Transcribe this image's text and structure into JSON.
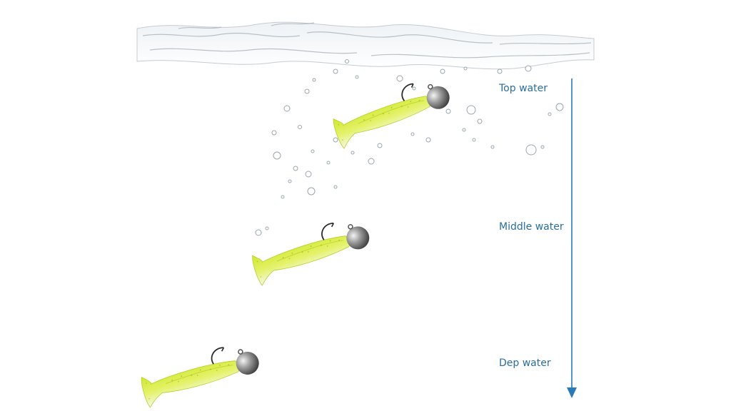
{
  "colors": {
    "label_text": "#2a6f9e",
    "arrow": "#2a7ab8",
    "lure_body": "#d6ee3a",
    "lure_belly": "#f2f6ee",
    "jighead": "#7f7f7f",
    "water": "#b9c2c9"
  },
  "depth_levels": [
    {
      "label": "Top water"
    },
    {
      "label": "Middle water"
    },
    {
      "label": "Dep water"
    }
  ],
  "icons": {
    "lure": "soft-swimbait-lure-icon",
    "jighead": "lead-jighead-icon",
    "hook": "fishing-hook-icon",
    "arrow": "down-arrow-icon"
  }
}
